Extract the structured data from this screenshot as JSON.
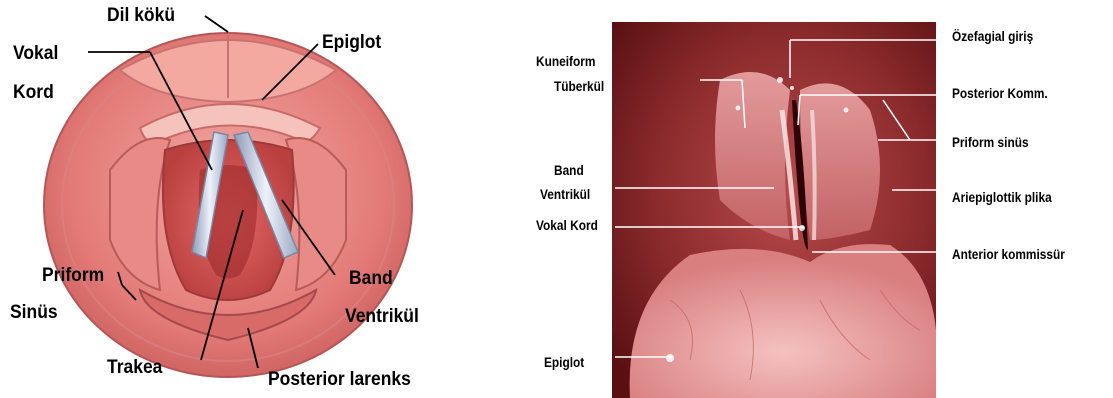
{
  "left_diagram": {
    "labels": {
      "dil_koku": "Dil kökü",
      "vokal": "Vokal",
      "kord": "Kord",
      "epiglot": "Epiglot",
      "priform": "Priform",
      "sinus": "Sinüs",
      "band": "Band",
      "ventrikul": "Ventrikül",
      "trakea": "Trakea",
      "posterior_larenks": "Posterior larenks"
    }
  },
  "right_photo": {
    "labels": {
      "kuneiform": "Kuneiform",
      "tuberkul": "Tüberkül",
      "band": "Band",
      "ventrikul": "Ventrikül",
      "vokal_kord": "Vokal Kord",
      "epiglot": "Epiglot",
      "ozefagial_giris": "Özefagial giriş",
      "posterior_komm": "Posterior Komm.",
      "priform_sinus": "Priform sinüs",
      "ariepiglottik_plika": "Ariepiglottik plika",
      "anterior_kommissur": "Anterior kommissür"
    }
  },
  "colors": {
    "tissue_outer": "#e37b78",
    "tissue_inner": "#c9504e",
    "vocal_cord": "#c9d4e8",
    "photo_dark": "#5a1012",
    "photo_mid": "#a8393b"
  }
}
